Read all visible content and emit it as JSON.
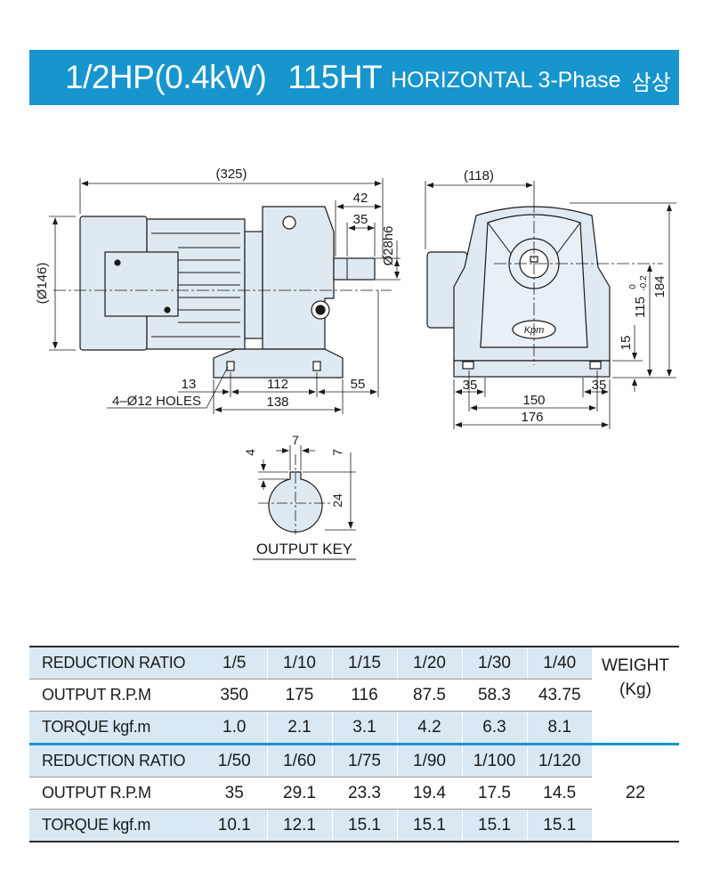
{
  "header": {
    "title_power": "1/2HP(0.4kW)",
    "title_model": "115HT",
    "title_orientation": "HORIZONTAL 3-Phase",
    "title_korean": "삼상"
  },
  "drawing": {
    "side_view": {
      "overall_length": "(325)",
      "shaft_length": "42",
      "key_length": "35",
      "shaft_dia": "Ø28h6",
      "motor_dia": "(Ø146)",
      "base_offset": "13",
      "base_hole_pitch": "112",
      "base_overhang": "55",
      "base_length": "138",
      "holes_note": "4–Ø12 HOLES"
    },
    "end_view": {
      "width": "(118)",
      "base_side_left": "35",
      "base_side_right": "35",
      "hole_pitch": "150",
      "base_width": "176",
      "base_thickness": "15",
      "shaft_height": "115",
      "shaft_height_tol_upper": "0",
      "shaft_height_tol_lower": "-0.2",
      "total_height": "184",
      "logo_text": "Kpm"
    },
    "output_key": {
      "key_width": "7",
      "key_depth": "4",
      "key_height": "7",
      "shaft_key_dim": "24",
      "label": "OUTPUT KEY"
    }
  },
  "table": {
    "weight_label_1": "WEIGHT",
    "weight_label_2": "(Kg)",
    "weight_value": "22",
    "rows": [
      {
        "label": "REDUCTION  RATIO",
        "values": [
          "1/5",
          "1/10",
          "1/15",
          "1/20",
          "1/30",
          "1/40"
        ]
      },
      {
        "label": "OUTPUT  R.P.M",
        "values": [
          "350",
          "175",
          "116",
          "87.5",
          "58.3",
          "43.75"
        ]
      },
      {
        "label": "TORQUE  kgf.m",
        "values": [
          "1.0",
          "2.1",
          "3.1",
          "4.2",
          "6.3",
          "8.1"
        ]
      },
      {
        "label": "REDUCTION  RATIO",
        "values": [
          "1/50",
          "1/60",
          "1/75",
          "1/90",
          "1/100",
          "1/120"
        ]
      },
      {
        "label": "OUTPUT  R.P.M",
        "values": [
          "35",
          "29.1",
          "23.3",
          "19.4",
          "17.5",
          "14.5"
        ]
      },
      {
        "label": "TORQUE  kgf.m",
        "values": [
          "10.1",
          "12.1",
          "15.1",
          "15.1",
          "15.1",
          "15.1"
        ]
      }
    ]
  },
  "colors": {
    "banner": "#1795cd",
    "part_fill": "#dfe9f1",
    "table_shade": "#d9e8f3"
  }
}
